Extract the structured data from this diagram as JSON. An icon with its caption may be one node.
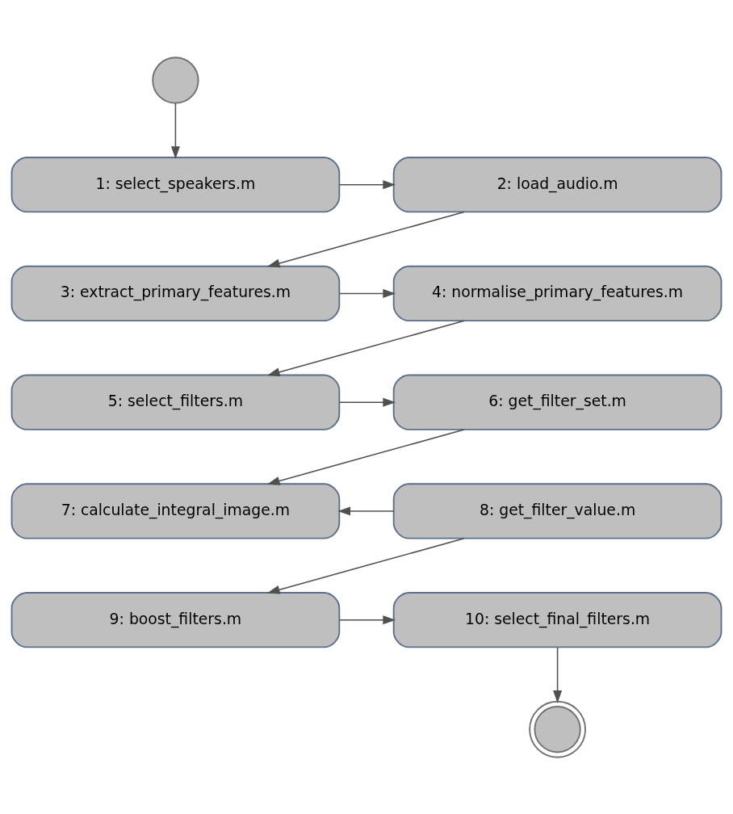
{
  "diagram": {
    "nodes": [
      {
        "text": [],
        "shape": "circle"
      },
      {
        "text": [
          "1: select_speakers.m"
        ]
      },
      {
        "text": [
          "2: load_audio.m"
        ]
      },
      {
        "text": [
          "3: extract_primary_features.m"
        ]
      },
      {
        "text": [
          "4: normalise_primary_features.m"
        ]
      },
      {
        "text": [
          "5: select_filters.m"
        ]
      },
      {
        "text": [
          "6: get_filter_set.m"
        ]
      },
      {
        "text": [
          "7: calculate_integral_image.m"
        ]
      },
      {
        "text": [
          "8: get_filter_value.m"
        ]
      },
      {
        "text": [
          "9: boost_filters.m"
        ]
      },
      {
        "text": [
          "10: select_final_filters.m"
        ]
      },
      {
        "text": [],
        "shape": "circle"
      }
    ],
    "edges": [
      {
        "from": 0,
        "to": 1,
        "arrow": "to"
      },
      {
        "from": 1,
        "to": 2,
        "arrow": "to"
      },
      {
        "from": 2,
        "to": 3,
        "arrow": "to"
      },
      {
        "from": 3,
        "to": 4,
        "arrow": "to"
      },
      {
        "from": 4,
        "to": 5,
        "arrow": "to"
      },
      {
        "from": 5,
        "to": 6,
        "arrow": "to"
      },
      {
        "from": 6,
        "to": 7,
        "arrow": "to"
      },
      {
        "from": 8,
        "to": 7,
        "arrow": "to"
      },
      {
        "from": 8,
        "to": 9,
        "arrow": "to"
      },
      {
        "from": 9,
        "to": 10,
        "arrow": "to"
      },
      {
        "from": 10,
        "to": 11,
        "arrow": "to"
      }
    ]
  }
}
